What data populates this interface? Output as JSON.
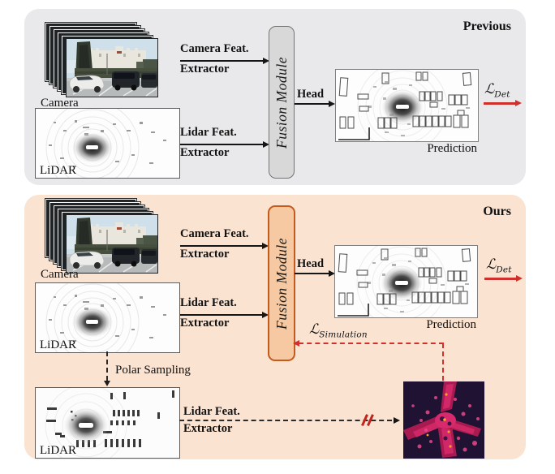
{
  "figure": {
    "previous": {
      "title": "Previous",
      "camera_label": "Camera",
      "lidar_label": "LiDAR",
      "camera_extractor": {
        "line1": "Camera Feat.",
        "line2": "Extractor"
      },
      "lidar_extractor": {
        "line1": "Lidar Feat.",
        "line2": "Extractor"
      },
      "fusion_module_label": "Fusion Module",
      "head_label": "Head",
      "prediction_label": "Prediction",
      "loss_det": {
        "symbol": "ℒ",
        "subscript": "Det"
      }
    },
    "ours": {
      "title": "Ours",
      "camera_label": "Camera",
      "lidar_label": "LiDAR",
      "camera_extractor": {
        "line1": "Camera Feat.",
        "line2": "Extractor"
      },
      "lidar_extractor": {
        "line1": "Lidar Feat.",
        "line2": "Extractor"
      },
      "fusion_module_label": "Fusion Module",
      "head_label": "Head",
      "prediction_label": "Prediction",
      "loss_det": {
        "symbol": "ℒ",
        "subscript": "Det"
      },
      "loss_simulation": {
        "symbol": "ℒ",
        "subscript": "Simulation"
      },
      "polar_sampling_label": "Polar Sampling",
      "sampled_lidar_label": "LiDAR",
      "sampled_lidar_extractor": {
        "line1": "Lidar Feat.",
        "line2": "Extractor"
      }
    },
    "colors": {
      "previous_panel_bg": "#e9e9eb",
      "ours_panel_bg": "#fbe3d2",
      "fusion_previous_fill": "#d8d8d8",
      "fusion_previous_border": "#737373",
      "fusion_ours_fill": "#f6c9a2",
      "fusion_ours_border": "#c45a1c",
      "loss_arrow_red": "#cf302b",
      "dashed_red": "#d0312d",
      "arrow_black": "#151515",
      "heatmap_bg": "#201233",
      "heatmap_magenta": "#c21f5e"
    }
  }
}
